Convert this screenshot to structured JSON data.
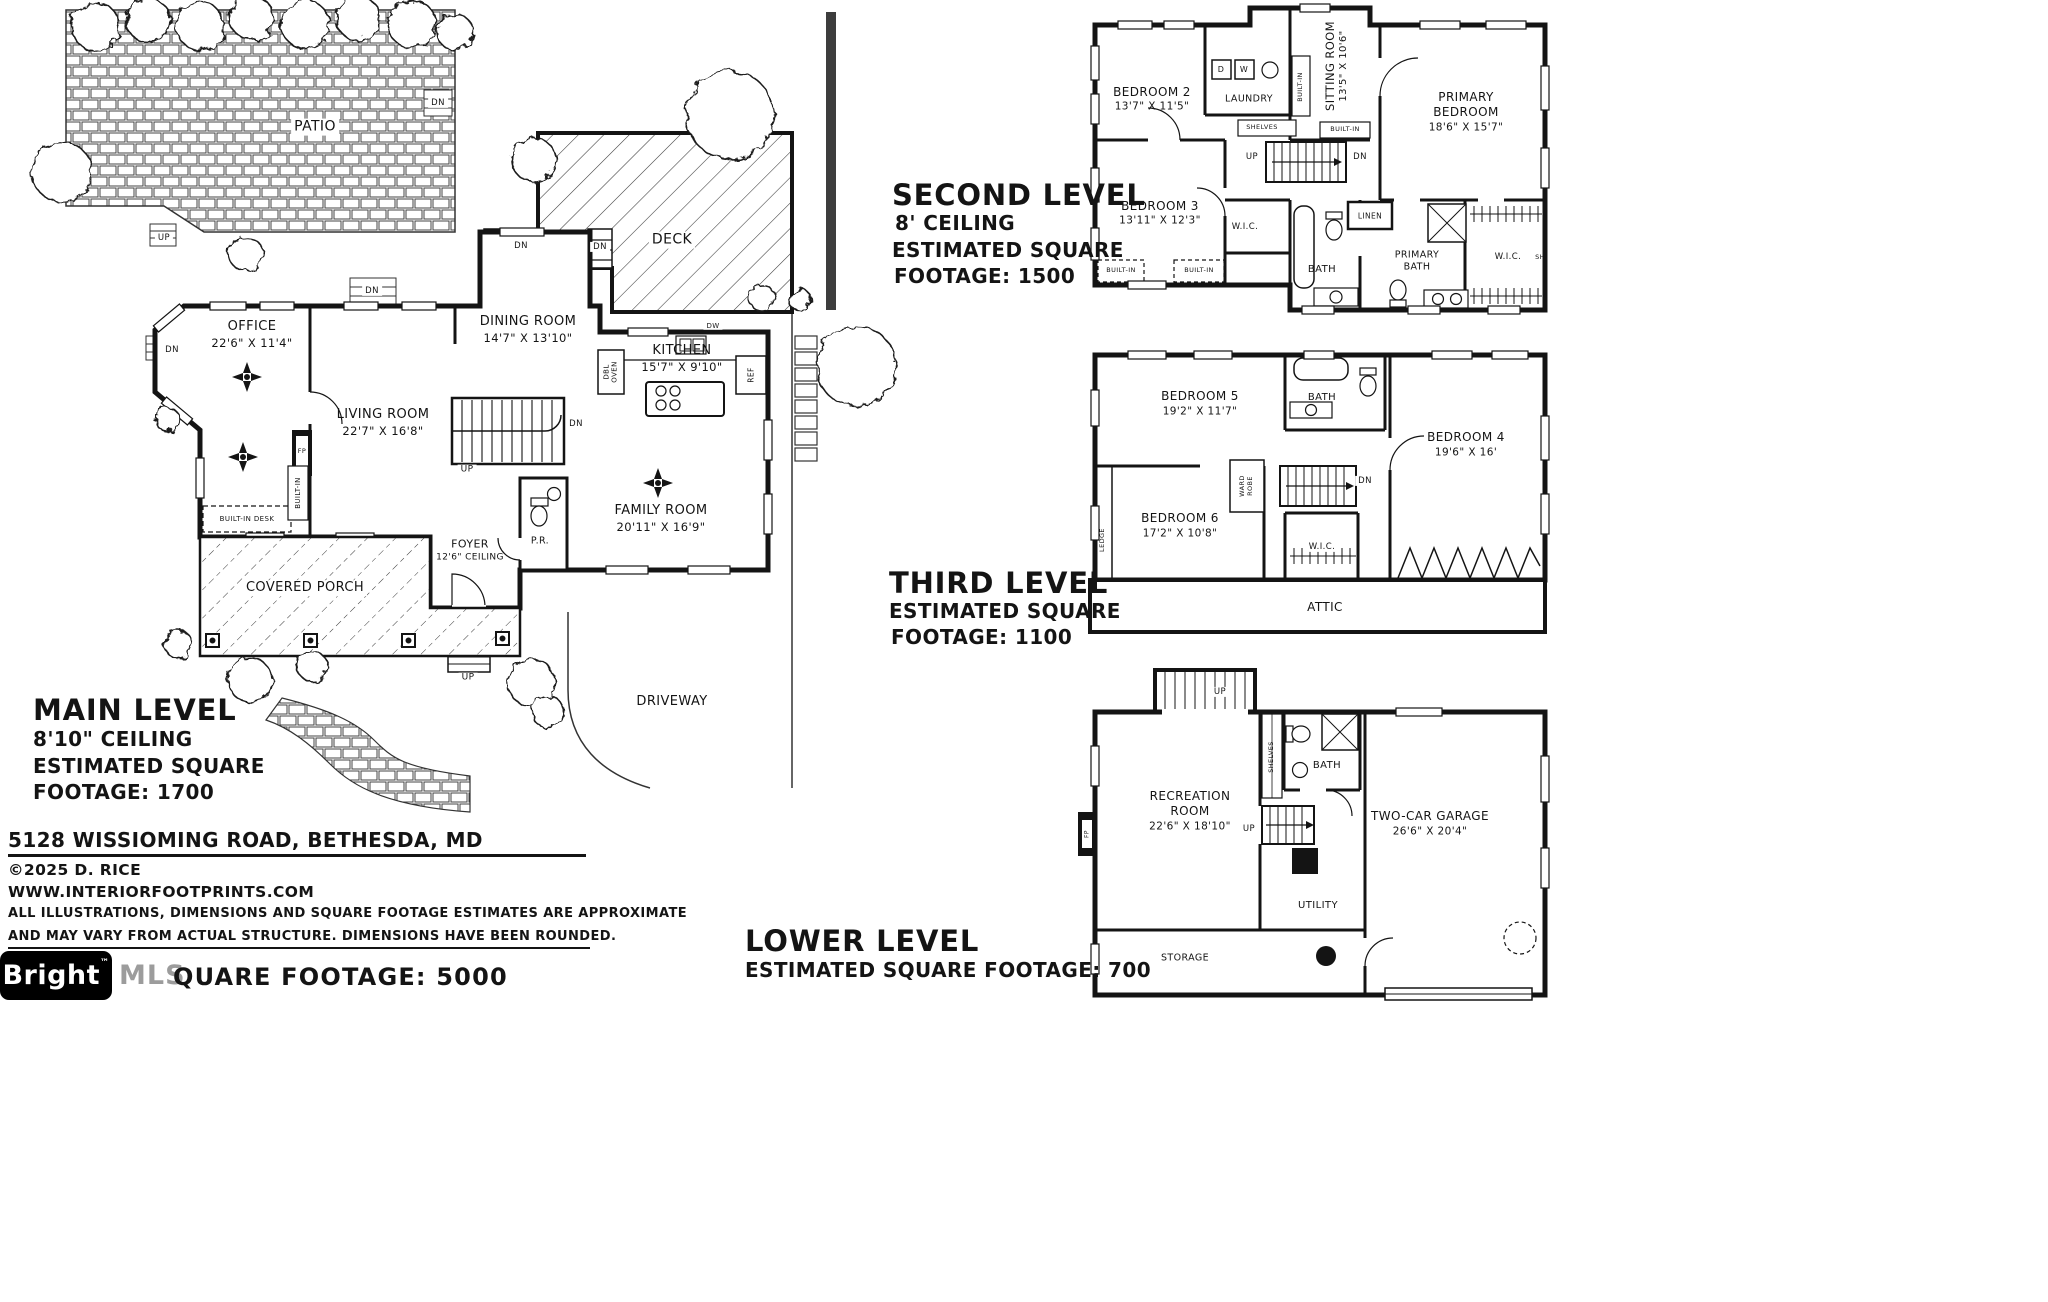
{
  "sheet": {
    "background": "#ffffff",
    "ink": "#141414",
    "fence_color": "#3d3d3d"
  },
  "common": {
    "up": "UP",
    "dn": "DN",
    "built_in": "BUILT-IN",
    "wic": "W.I.C.",
    "bath": "BATH",
    "shelves": "SHELVES",
    "fp": "FP"
  },
  "main_level": {
    "title": "MAIN LEVEL",
    "ceiling": "8'10\" CEILING",
    "est_line1": "ESTIMATED SQUARE",
    "est_line2": "FOOTAGE: 1700",
    "rooms": {
      "patio": "PATIO",
      "deck": "DECK",
      "office": "OFFICE",
      "office_dims": "22'6\" X 11'4\"",
      "dining": "DINING ROOM",
      "dining_dims": "14'7\" X 13'10\"",
      "kitchen": "KITCHEN",
      "kitchen_dims": "15'7\" X 9'10\"",
      "living": "LIVING ROOM",
      "living_dims": "22'7\" X 16'8\"",
      "family": "FAMILY ROOM",
      "family_dims": "20'11\" X 16'9\"",
      "foyer": "FOYER",
      "foyer_ceiling": "12'6\" CEILING",
      "powder": "P.R.",
      "porch": "COVERED PORCH",
      "driveway": "DRIVEWAY",
      "built_in_desk": "BUILT-IN DESK",
      "dw": "DW",
      "ref": "REF",
      "dbl": "DBL",
      "oven": "OVEN"
    }
  },
  "second_level": {
    "title": "SECOND LEVEL",
    "ceiling": "8' CEILING",
    "est_line1": "ESTIMATED SQUARE",
    "est_line2": "FOOTAGE: 1500",
    "rooms": {
      "bedroom2": "BEDROOM 2",
      "bedroom2_dims": "13'7\" X 11'5\"",
      "laundry": "LAUNDRY",
      "dryer": "D",
      "washer": "W",
      "sitting": "SITTING ROOM",
      "sitting_dims": "13'5\" X 10'6\"",
      "primary1": "PRIMARY",
      "primary2": "BEDROOM",
      "primary_dims": "18'6\" X 15'7\"",
      "bedroom3": "BEDROOM 3",
      "bedroom3_dims": "13'11\" X 12'3\"",
      "linen": "LINEN",
      "primary_bath1": "PRIMARY",
      "primary_bath2": "BATH",
      "sh": "SH"
    }
  },
  "third_level": {
    "title": "THIRD LEVEL",
    "est_line1": "ESTIMATED SQUARE",
    "est_line2": "FOOTAGE: 1100",
    "rooms": {
      "bedroom5": "BEDROOM 5",
      "bedroom5_dims": "19'2\" X 11'7\"",
      "bedroom4": "BEDROOM 4",
      "bedroom4_dims": "19'6\" X 16'",
      "bedroom6": "BEDROOM 6",
      "bedroom6_dims": "17'2\" X 10'8\"",
      "attic": "ATTIC",
      "ledge": "LEDGE",
      "ward": "WARD",
      "robe": "ROBE"
    }
  },
  "lower_level": {
    "title": "LOWER LEVEL",
    "est_line": "ESTIMATED SQUARE FOOTAGE: 700",
    "rooms": {
      "rec1": "RECREATION",
      "rec2": "ROOM",
      "rec_dims": "22'6\" X 18'10\"",
      "garage": "TWO-CAR GARAGE",
      "garage_dims": "26'6\" X 20'4\"",
      "utility": "UTILITY",
      "storage": "STORAGE"
    }
  },
  "footer": {
    "address": "5128 WISSIOMING ROAD, BETHESDA, MD",
    "copyright": "©2025 D. RICE",
    "website": "WWW.INTERIORFOOTPRINTS.COM",
    "disclaimer1": "ALL ILLUSTRATIONS, DIMENSIONS AND SQUARE FOOTAGE ESTIMATES ARE APPROXIMATE",
    "disclaimer2": "AND MAY VARY FROM ACTUAL STRUCTURE. DIMENSIONS HAVE BEEN ROUNDED.",
    "total_sqft_visible": "QUARE FOOTAGE: 5000"
  },
  "logo": {
    "bright": "Bright",
    "tm": "™",
    "mls": "MLS"
  }
}
